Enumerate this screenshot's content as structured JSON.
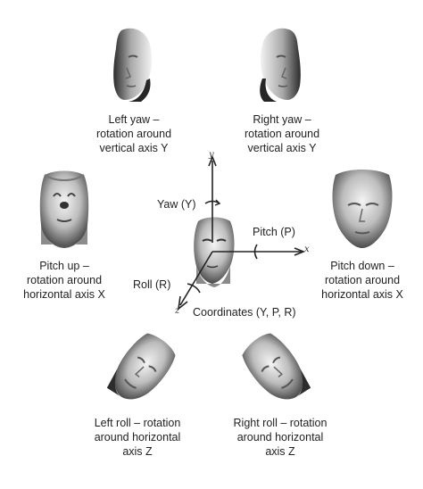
{
  "captions": {
    "left_yaw": [
      "Left yaw  –",
      "rotation around",
      "vertical axis Y"
    ],
    "right_yaw": [
      "Right yaw  –",
      "rotation around",
      "vertical axis Y"
    ],
    "pitch_up": [
      "Pitch up –",
      "rotation around",
      "horizontal axis X"
    ],
    "pitch_down": [
      "Pitch down –",
      "rotation around",
      "horizontal axis X"
    ],
    "left_roll": [
      "Left roll – rotation",
      "around horizontal",
      "axis Z"
    ],
    "right_roll": [
      "Right roll – rotation",
      "around horizontal",
      "axis Z"
    ]
  },
  "center": {
    "yaw_label": "Yaw (Y)",
    "pitch_label": "Pitch (P)",
    "roll_label": "Roll (R)",
    "coordinates_label": "Coordinates (Y, P, R)",
    "axis_y": "y",
    "axis_x": "x",
    "axis_z": "z"
  }
}
